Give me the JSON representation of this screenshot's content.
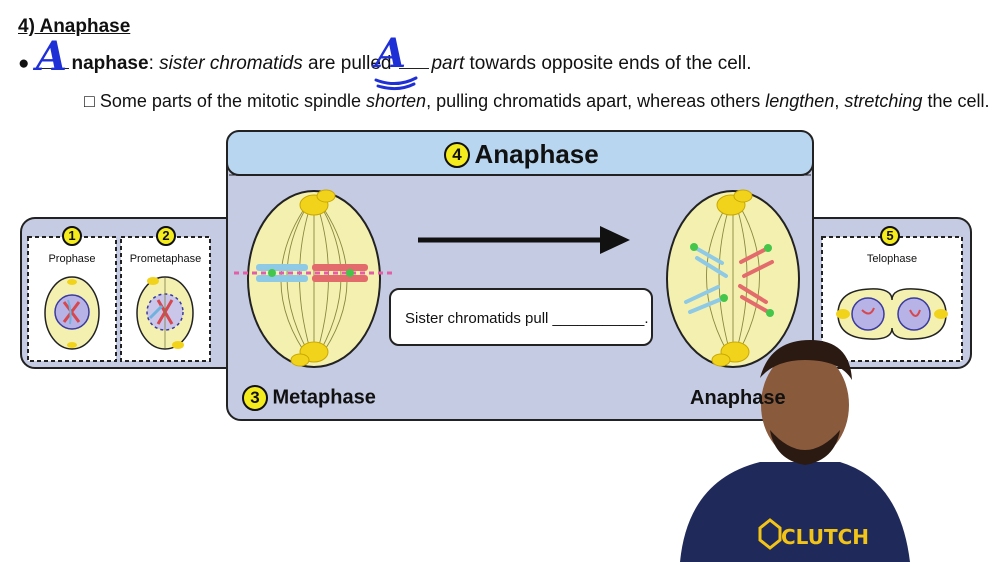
{
  "heading": "4) Anaphase",
  "line1": {
    "bullet": "●",
    "handwritten_a1": "A",
    "term": "naphase",
    "colon": ":",
    "italic1": "sister chromatids",
    "text1": "are pulled",
    "handwritten_a2": "A",
    "italic2": "part",
    "text2": "towards opposite ends of the cell."
  },
  "line2": {
    "bullet": "□",
    "text1": "Some parts of the mitotic spindle",
    "italic1": "shorten",
    "text2": ", pulling chromatids apart, whereas others",
    "italic2": "lengthen",
    "text3": ",",
    "italic3": "stretching",
    "text4": "the cell."
  },
  "diagram": {
    "banner_number": "4",
    "banner_title": "Anaphase",
    "prophase": {
      "number": "1",
      "label": "Prophase"
    },
    "prometaphase": {
      "number": "2",
      "label": "Prometaphase"
    },
    "metaphase": {
      "number": "3",
      "label": "Metaphase"
    },
    "telophase": {
      "number": "5",
      "label": "Telophase"
    },
    "anaphase_label": "Anaphase",
    "answer_text": "Sister chromatids pull ___________."
  },
  "shirt_logo": "CLUTCH",
  "colors": {
    "panel_bg": "#c5cbe3",
    "banner_bg": "#b9d6f0",
    "cell_fill": "#f4f1b0",
    "chromatid_blue": "#8ec9e6",
    "chromatid_red": "#e46b6b",
    "ink": "#1e2fd6",
    "yellow": "#f5ec1d"
  }
}
